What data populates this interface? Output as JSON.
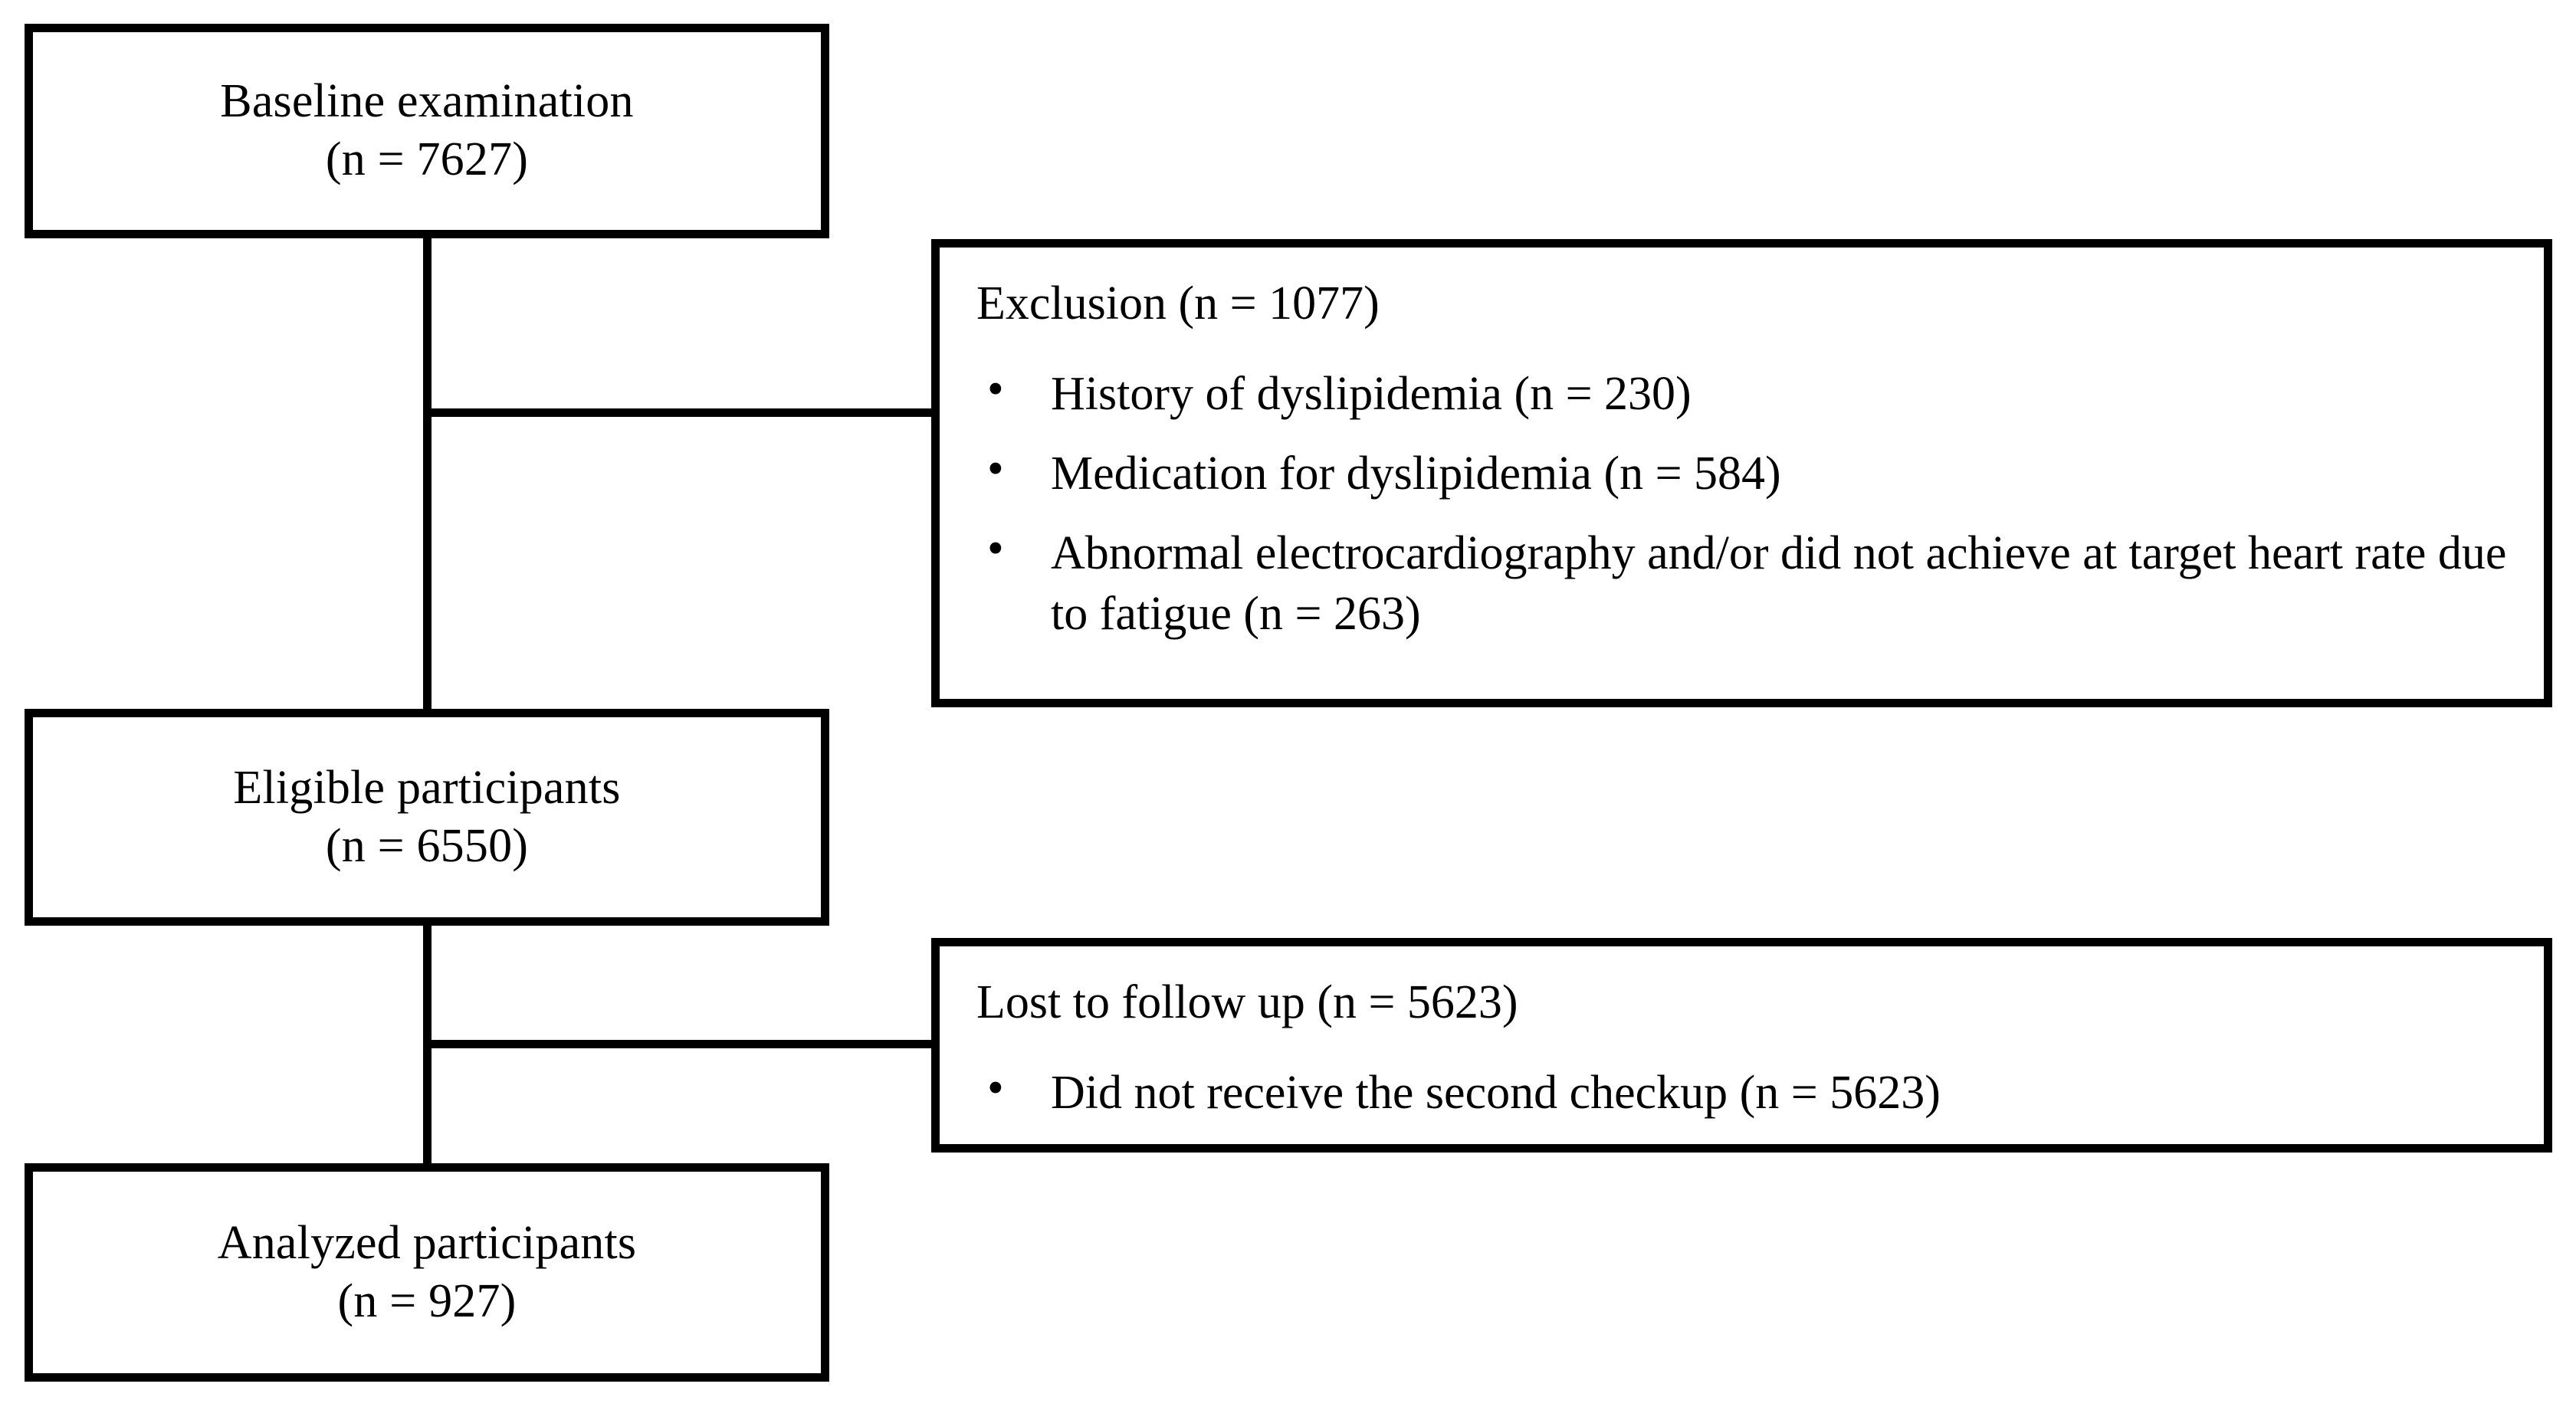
{
  "diagram": {
    "type": "participant-flow-diagram",
    "nodes": [
      {
        "id": "baseline",
        "title": "Baseline examination",
        "count_label": "(n = 7627)",
        "n": 7627
      },
      {
        "id": "eligible",
        "title": "Eligible participants",
        "count_label": "(n = 6550)",
        "n": 6550
      },
      {
        "id": "analyzed",
        "title": "Analyzed participants",
        "count_label": "(n = 927)",
        "n": 927
      }
    ],
    "side_boxes": [
      {
        "id": "exclusion",
        "heading": "Exclusion (n = 1077)",
        "n": 1077,
        "bullet_glyph": "•",
        "items": [
          {
            "text": "History of dyslipidemia (n = 230)",
            "n": 230
          },
          {
            "text": "Medication for dyslipidemia (n = 584)",
            "n": 584
          },
          {
            "text": "Abnormal electrocardiography and/or did not achieve at target heart rate due to fatigue (n = 263)",
            "n": 263
          }
        ]
      },
      {
        "id": "lost-to-follow-up",
        "heading": "Lost to follow up (n = 5623)",
        "n": 5623,
        "bullet_glyph": "•",
        "items": [
          {
            "text": "Did not receive the second checkup (n = 5623)",
            "n": 5623
          }
        ]
      }
    ],
    "colors": {
      "stroke": "#000000",
      "background": "#ffffff",
      "text": "#000000"
    }
  }
}
